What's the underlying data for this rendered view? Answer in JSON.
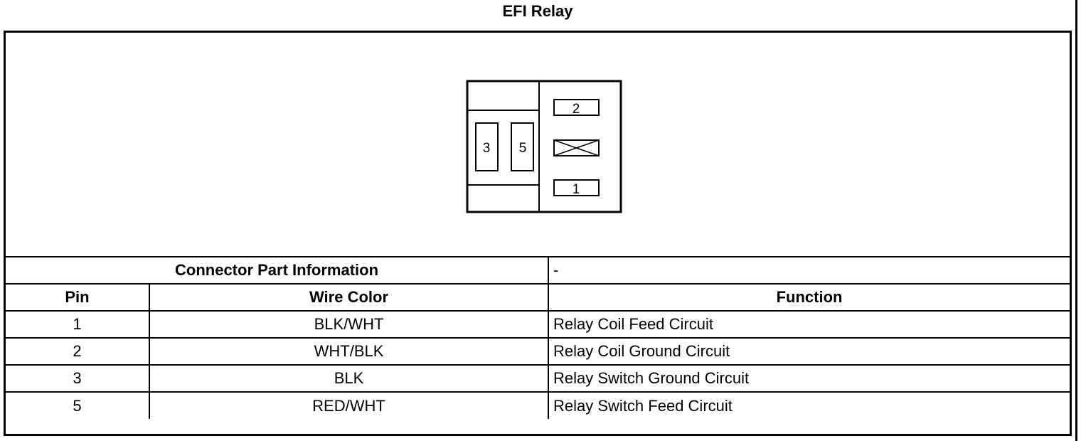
{
  "title": "EFI Relay",
  "connector": {
    "pins_shown": [
      "2",
      "3",
      "5",
      "1"
    ],
    "empty_cavity_icon": "x-box-icon"
  },
  "table": {
    "part_info_label": "Connector Part Information",
    "part_info_value": "-",
    "headers": {
      "pin": "Pin",
      "wire_color": "Wire Color",
      "function": "Function"
    },
    "rows": [
      {
        "pin": "1",
        "wire_color": "BLK/WHT",
        "function": "Relay Coil Feed Circuit"
      },
      {
        "pin": "2",
        "wire_color": "WHT/BLK",
        "function": "Relay Coil Ground Circuit"
      },
      {
        "pin": "3",
        "wire_color": "BLK",
        "function": "Relay Switch Ground Circuit"
      },
      {
        "pin": "5",
        "wire_color": "RED/WHT",
        "function": "Relay Switch Feed Circuit"
      }
    ]
  }
}
